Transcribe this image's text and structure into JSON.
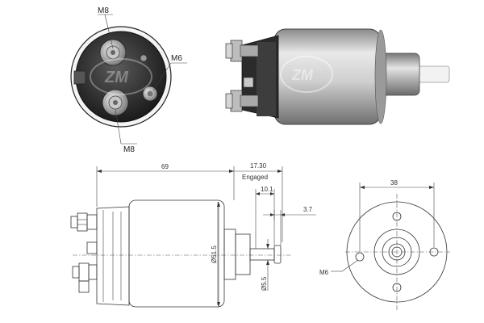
{
  "labels": {
    "top_terminal": "M8",
    "side_terminal": "M6",
    "bottom_terminal": "M8"
  },
  "dimensions": {
    "overall_length": "69",
    "engaged_travel": "17.30",
    "engaged_label": "Engaged",
    "rod_length": "10.1",
    "rod_offset": "3.7",
    "body_diameter": "Ø51.5",
    "rod_diameter": "Ø5.5",
    "bolt_spacing": "38",
    "flange_thread": "M6"
  },
  "colors": {
    "line": "#333333",
    "body_light": "#e6e6e6",
    "body_dark": "#8c8c8c",
    "cap_dark": "#2a2a2a"
  }
}
